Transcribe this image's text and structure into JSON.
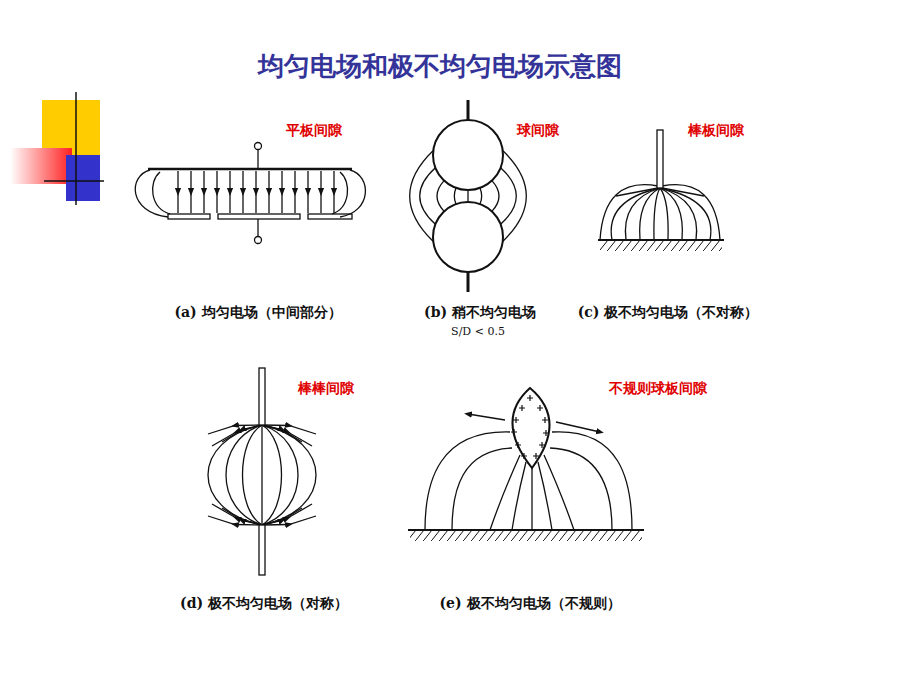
{
  "diagram": {
    "title": "均匀电场和极不均匀电场示意图",
    "labels": [
      "平板间隙",
      "球间隙",
      "棒板间隙",
      "(a) 均匀电场（中间部分）",
      "(b) 稍不均匀电场",
      "S/D < 0.5",
      "(c) 极不均匀电场（不对称）",
      "棒棒间隙",
      "不规则球板间隙",
      "(d) 极不均匀电场（对称）",
      "(e) 极不均匀电场（不规则）"
    ]
  }
}
